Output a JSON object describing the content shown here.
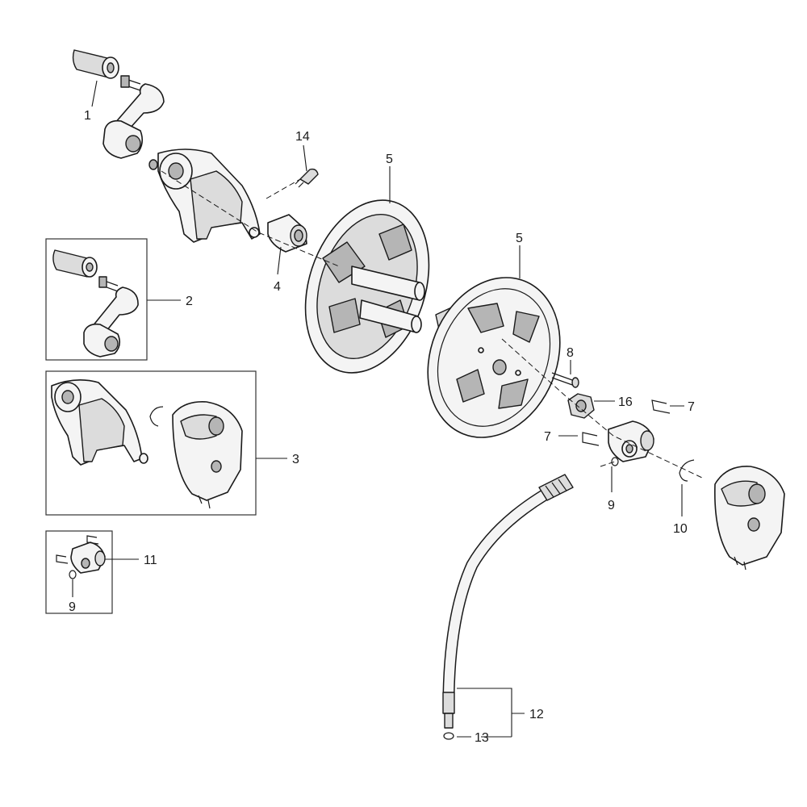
{
  "labels": {
    "p1": "1",
    "p2": "2",
    "p3": "3",
    "p4": "4",
    "p5a": "5",
    "p5b": "5",
    "p7a": "7",
    "p7b": "7",
    "p8": "8",
    "p9a": "9",
    "p9b": "9",
    "p10": "10",
    "p11": "11",
    "p12": "12",
    "p13": "13",
    "p14": "14",
    "p16": "16"
  }
}
